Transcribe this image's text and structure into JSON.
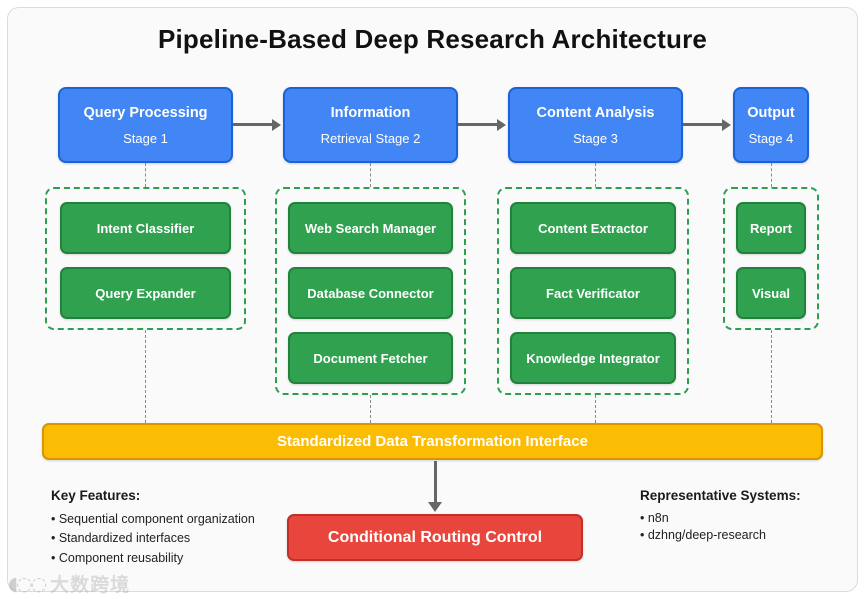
{
  "diagram": {
    "title": "Pipeline-Based Deep Research Architecture",
    "colors": {
      "stage": "#4285F4",
      "stage_border": "#1A62D6",
      "component": "#2FA14F",
      "component_border": "#23813E",
      "group_border": "#2E9E4F",
      "interface": "#FBBC04",
      "interface_border": "#D99400",
      "routing": "#E8453C",
      "routing_border": "#C22F27",
      "connector": "#666666",
      "card_background": "#fafafa"
    },
    "stages": [
      {
        "title": "Query Processing",
        "subtitle": "Stage 1"
      },
      {
        "title": "Information",
        "subtitle": "Retrieval Stage 2"
      },
      {
        "title": "Content Analysis",
        "subtitle": "Stage 3"
      },
      {
        "title": "Output",
        "subtitle": "Stage 4"
      }
    ],
    "groups": [
      {
        "components": [
          "Intent Classifier",
          "Query Expander"
        ]
      },
      {
        "components": [
          "Web Search Manager",
          "Database Connector",
          "Document Fetcher"
        ]
      },
      {
        "components": [
          "Content Extractor",
          "Fact Verificator",
          "Knowledge Integrator"
        ]
      },
      {
        "components": [
          "Report",
          "Visual"
        ]
      }
    ],
    "interface_bar": {
      "label": "Standardized Data Transformation Interface"
    },
    "routing_box": {
      "label": "Conditional Routing Control"
    },
    "key_features": {
      "heading": "Key Features:",
      "items": [
        "• Sequential component organization",
        "• Standardized interfaces",
        "• Component reusability"
      ]
    },
    "representative_systems": {
      "heading": "Representative Systems:",
      "items": [
        "• n8n",
        "• dzhng/deep-research"
      ]
    },
    "watermark": {
      "logo": "◖◌◌",
      "text": "大数跨境"
    }
  }
}
